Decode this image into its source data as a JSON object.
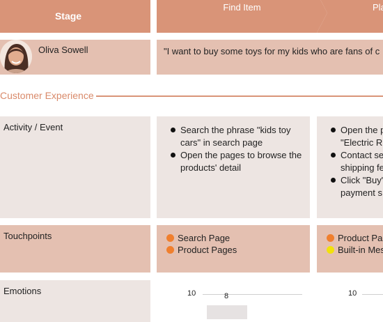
{
  "stages": [
    "Stage",
    "Find Item",
    "Pla"
  ],
  "persona": {
    "name": "Oliva Sowell",
    "quote": "\"I want to buy some toys for my kids who are fans of c"
  },
  "section_title": "Customer Experience",
  "row_labels": {
    "activity": "Activity / Event",
    "touchpoints": "Touchpoints",
    "emotions": "Emotions"
  },
  "activity": {
    "col1": [
      "Search the phrase \"kids toy cars\" in search page",
      "Open the pages to browse the products' detail"
    ],
    "col2": [
      "Open the p \"Electric Ri",
      "Contact se shipping fe",
      "Click \"Buy\" payment s"
    ]
  },
  "touchpoints": {
    "col1": [
      {
        "label": "Search Page",
        "color": "#f07f2e"
      },
      {
        "label": "Product Pages",
        "color": "#f07f2e"
      }
    ],
    "col2": [
      {
        "label": "Product Pa",
        "color": "#f07f2e"
      },
      {
        "label": "Built-in Mes",
        "color": "#f2e10c"
      }
    ]
  },
  "emotions": {
    "axis_max_label": "10",
    "col1": {
      "value": 8
    }
  },
  "colors": {
    "stage_bg": "#d99478",
    "row_dark": "#e4c0b1",
    "row_light": "#ede5e2",
    "accent": "#d98a6a"
  }
}
